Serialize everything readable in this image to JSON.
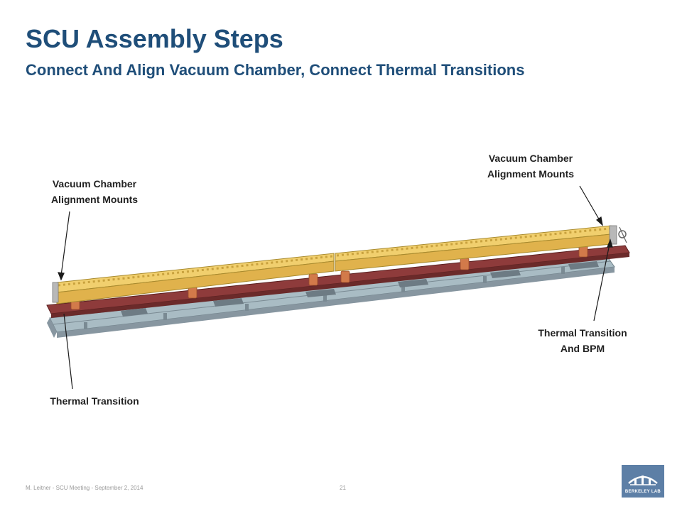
{
  "slide": {
    "title": "SCU Assembly Steps",
    "subtitle": "Connect And Align Vacuum Chamber, Connect Thermal Transitions"
  },
  "callouts": {
    "left_mounts": {
      "line1": "Vacuum Chamber",
      "line2": "Alignment Mounts"
    },
    "right_mounts": {
      "line1": "Vacuum Chamber",
      "line2": "Alignment Mounts"
    },
    "left_transition": {
      "line1": "Thermal Transition"
    },
    "right_transition": {
      "line1": "Thermal Transition",
      "line2": "And BPM"
    }
  },
  "footer": {
    "credit": "M. Leitner - SCU Meeting - September 2, 2014",
    "page_number": "21"
  },
  "logo": {
    "text": "BERKELEY LAB"
  },
  "colors": {
    "title": "#1f4e79",
    "chamber": "#f1cf6e",
    "rail": "#8e3b3b",
    "base": "#a9bcc4",
    "copper": "#d27a4a",
    "logo_bg": "#5d7fa6"
  }
}
